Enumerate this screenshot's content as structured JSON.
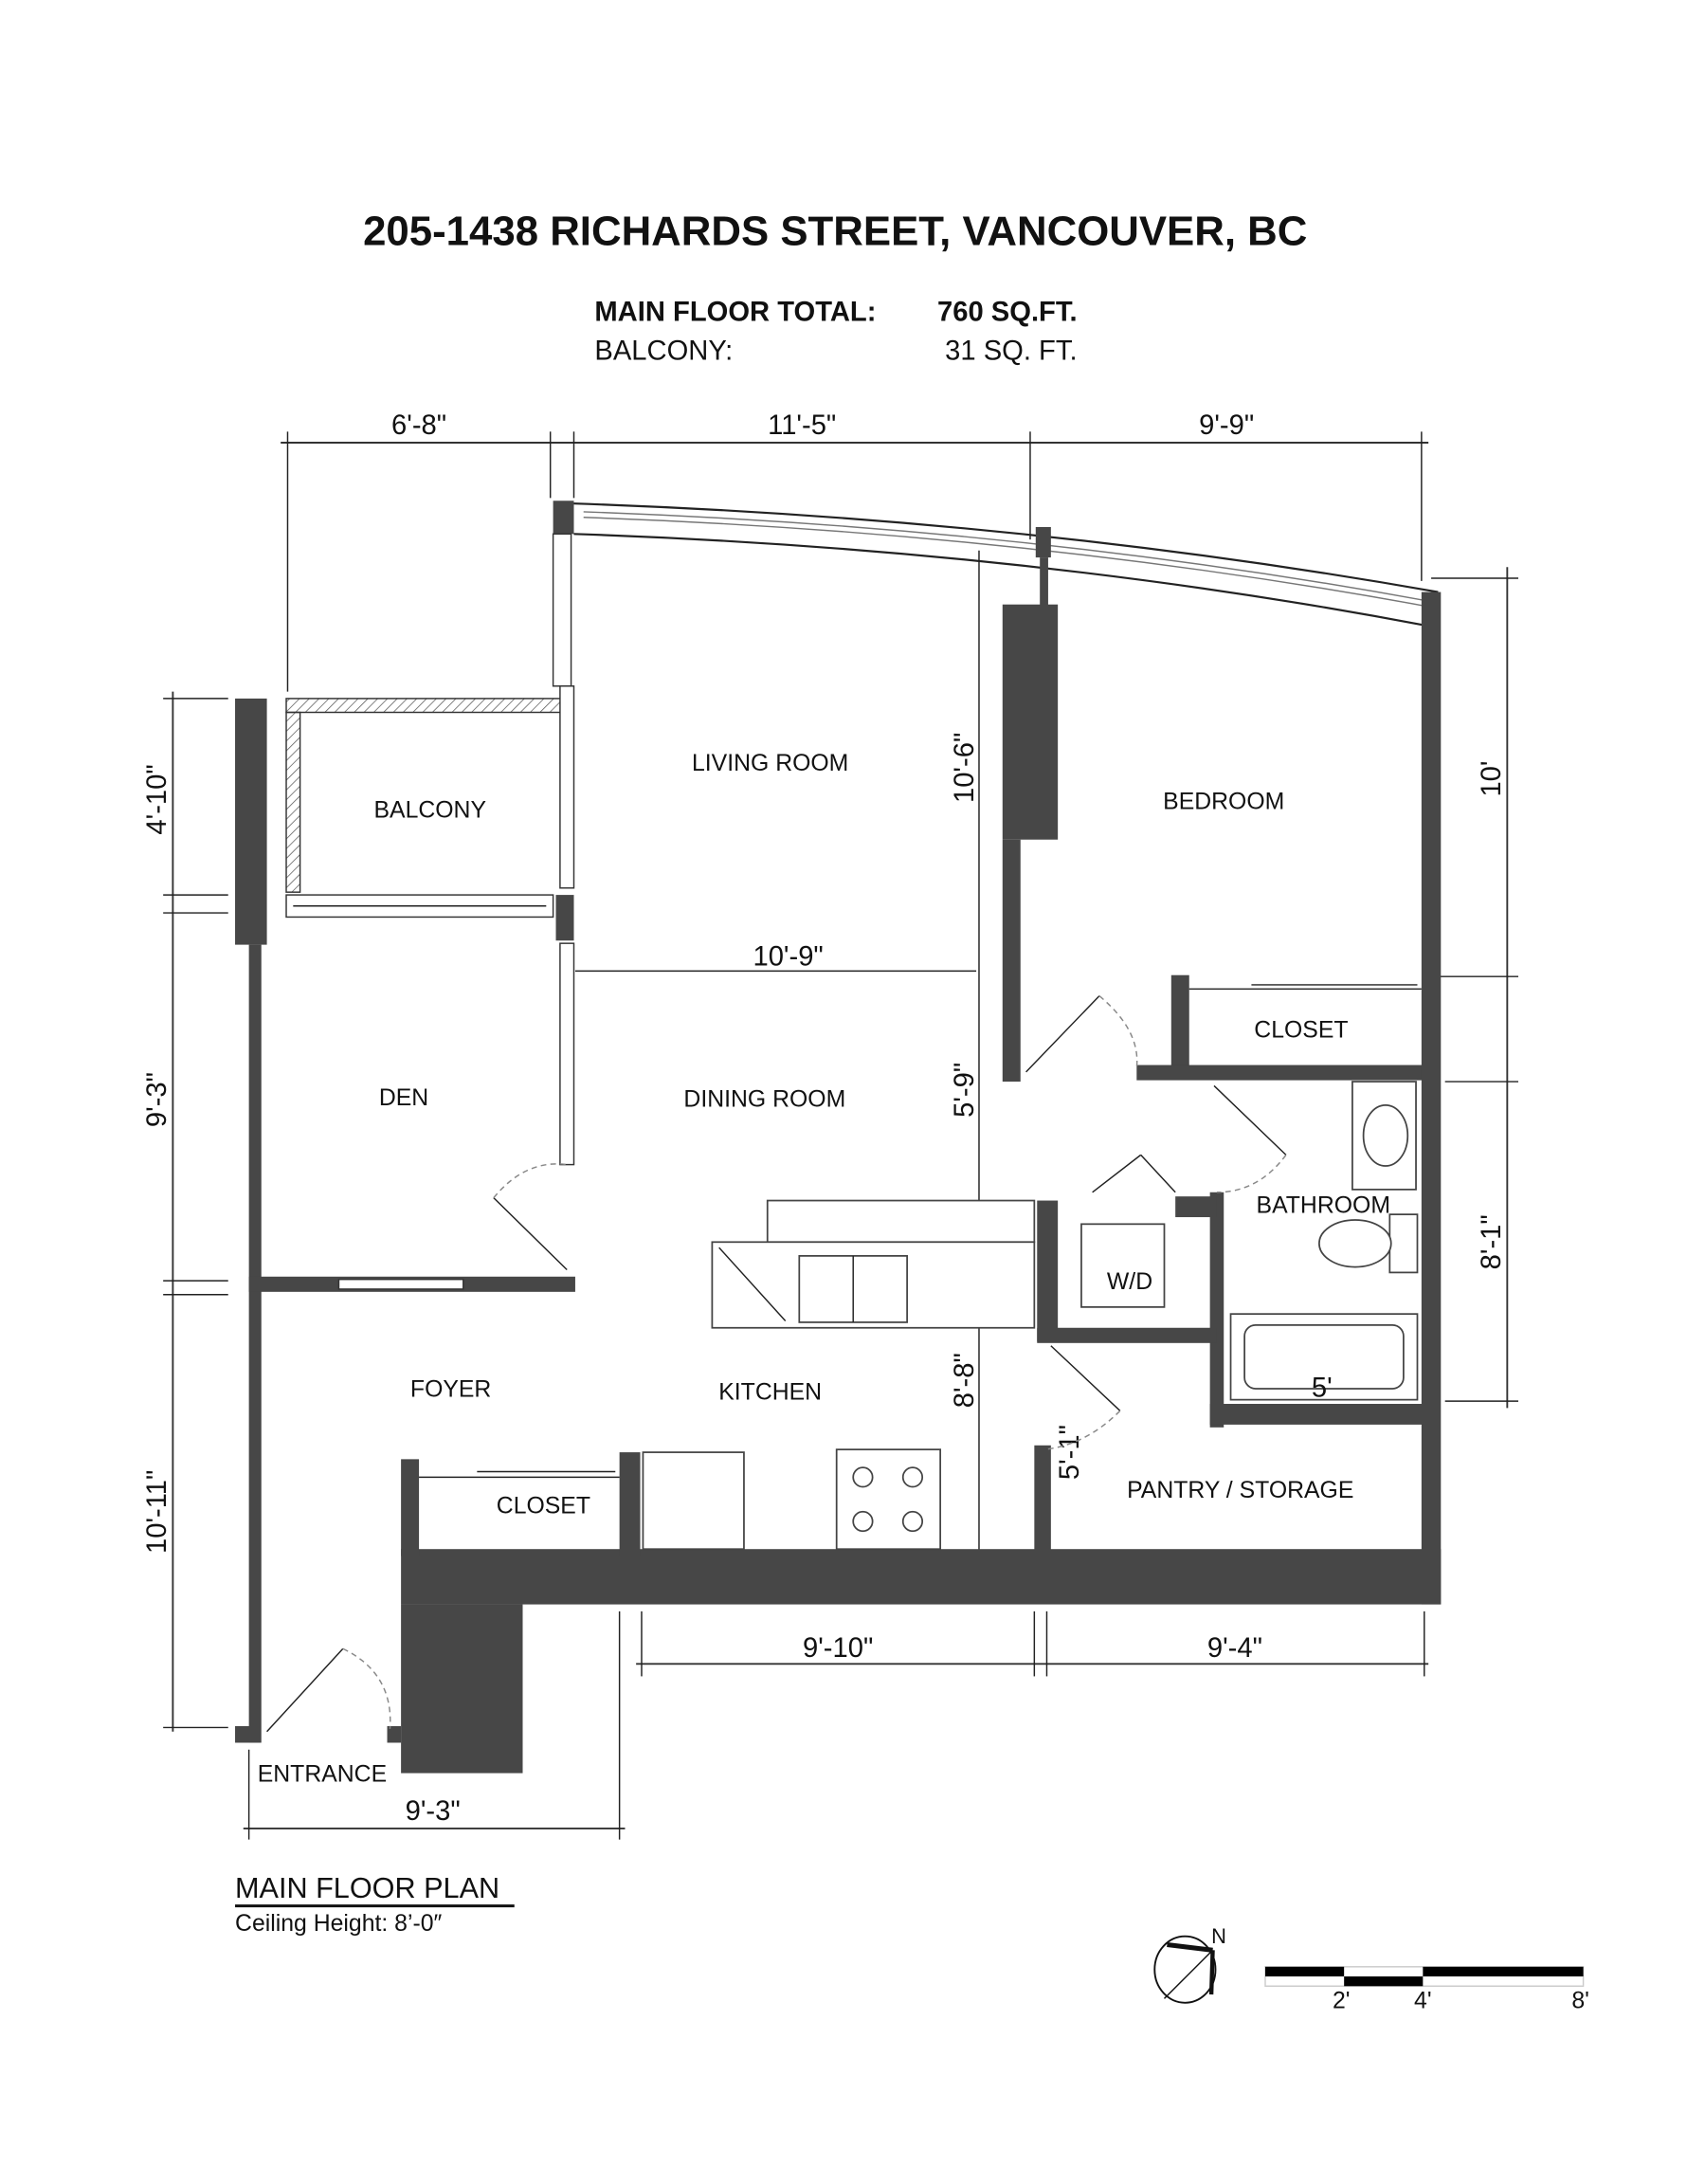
{
  "title": "205-1438 RICHARDS STREET, VANCOUVER, BC",
  "areas": {
    "main_label": "MAIN FLOOR TOTAL:",
    "main_value": "760 SQ.FT.",
    "balcony_label": "BALCONY:",
    "balcony_value": "31 SQ. FT."
  },
  "rooms": {
    "living": "LIVING ROOM",
    "bedroom": "BEDROOM",
    "balcony": "BALCONY",
    "closet_bed": "CLOSET",
    "den": "DEN",
    "dining": "DINING ROOM",
    "bathroom": "BATHROOM",
    "wd": "W/D",
    "foyer": "FOYER",
    "kitchen": "KITCHEN",
    "pantry": "PANTRY / STORAGE",
    "closet_foyer": "CLOSET",
    "entrance": "ENTRANCE"
  },
  "dimensions": {
    "top_left": "6'-8\"",
    "top_mid": "11'-5\"",
    "top_right": "9'-9\"",
    "left_balcony": "4'-10\"",
    "left_den": "9'-3\"",
    "left_foyer": "10'-11\"",
    "right_bedroom": "10'",
    "right_bath": "8'-1\"",
    "living_height": "10'-6\"",
    "dining_width": "10'-9\"",
    "dining_height": "5'-9\"",
    "kitchen_height": "8'-8\"",
    "bath_tub": "5'",
    "pantry_height": "5'-1\"",
    "bottom_kitchen": "9'-10\"",
    "bottom_pantry": "9'-4\"",
    "bottom_entrance": "9'-3\""
  },
  "plan_label": "MAIN FLOOR PLAN",
  "ceiling": "Ceiling Height: 8’-0″",
  "north": "N",
  "scale_ticks": [
    "2'",
    "4'",
    "8'"
  ]
}
